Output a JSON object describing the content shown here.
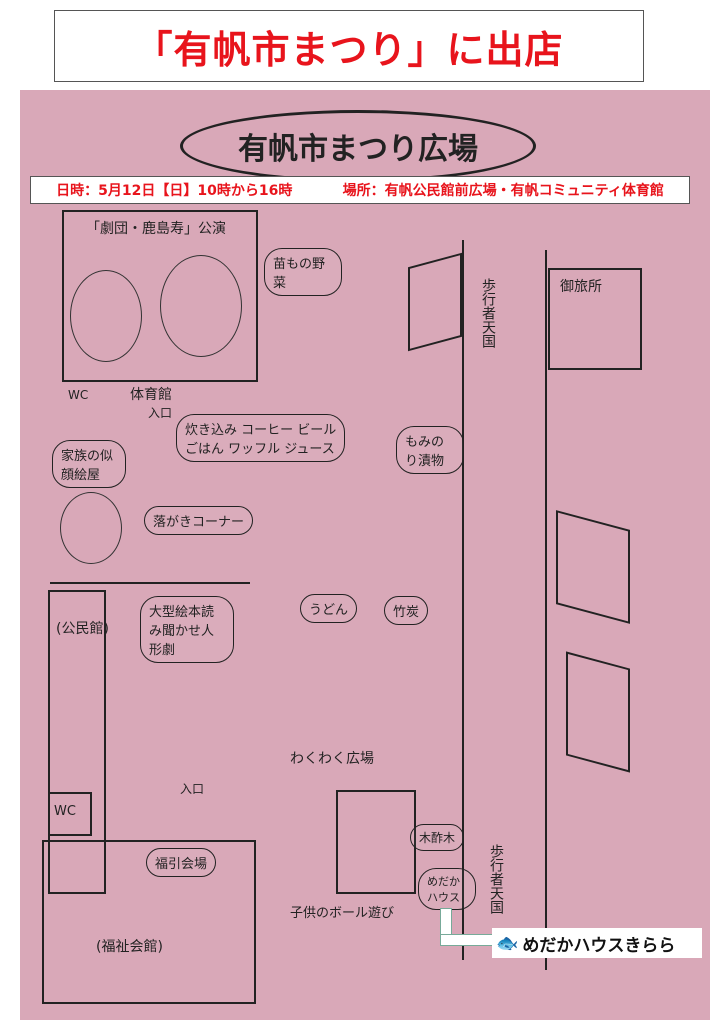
{
  "banner": {
    "title": "「有帆市まつり」に出店"
  },
  "map": {
    "title": "有帆市まつり広場",
    "info": {
      "datetime": "日時：5月12日【日】10時から16時",
      "place": "場所：有帆公民館前広場・有帆コミュニティ体育館"
    },
    "labels": {
      "theater": "「劇団・鹿島寿」公演",
      "gym": "体育館",
      "wc1": "WC",
      "entrance1": "入口",
      "vegetables": "苗もの野菜",
      "pedestrian1": "歩行者天国",
      "otabisho": "御旅所",
      "food_row1": "炊き込み コーヒー ビール",
      "food_row2": "ごはん ワッフル ジュース",
      "pickles": "もみのり漬物",
      "portrait": "家族の似顔絵屋",
      "graffiti": "落がきコーナー",
      "kominkan": "(公民館)",
      "picturebook": "大型絵本読み聞かせ人形劇",
      "udon": "うどん",
      "charcoal": "竹炭",
      "wakuwaku": "わくわく広場",
      "entrance2": "入口",
      "wc2": "WC",
      "lottery": "福引会場",
      "wood": "木酢木",
      "medaka": "めだかハウス",
      "ballgame": "子供のボール遊び",
      "pedestrian2": "歩行者天国",
      "welfare": "(福祉会館)"
    },
    "logo": {
      "text": "めだかハウスきらら"
    }
  }
}
